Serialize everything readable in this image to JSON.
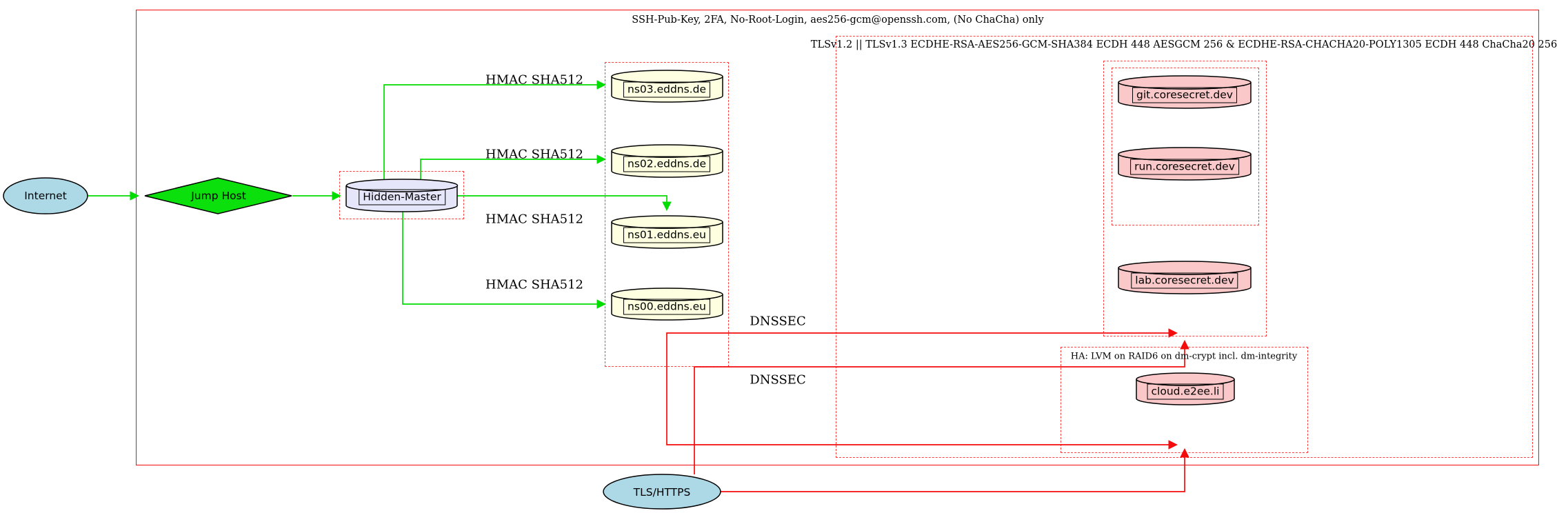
{
  "diagram": {
    "clusters": {
      "ssh": {
        "label": "SSH-Pub-Key, 2FA, No-Root-Login, aes256-gcm@openssh.com, (No ChaCha) only"
      },
      "tls": {
        "label": "TLSv1.2 || TLSv1.3 ECDHE-RSA-AES256-GCM-SHA384 ECDH 448 AESGCM 256 & ECDHE-RSA-CHACHA20-POLY1305 ECDH 448 ChaCha20 256"
      },
      "ha": {
        "label": "HA: LVM on RAID6 on dm-crypt incl. dm-integrity"
      }
    },
    "nodes": {
      "internet": {
        "label": "Internet",
        "type": "ellipse"
      },
      "jump_host": {
        "label": "Jump Host",
        "type": "diamond"
      },
      "hidden_master": {
        "label": "Hidden-Master",
        "type": "cylinder"
      },
      "ns03": {
        "label": "ns03.eddns.de",
        "type": "cylinder"
      },
      "ns02": {
        "label": "ns02.eddns.de",
        "type": "cylinder"
      },
      "ns01": {
        "label": "ns01.eddns.eu",
        "type": "cylinder"
      },
      "ns00": {
        "label": "ns00.eddns.eu",
        "type": "cylinder"
      },
      "git": {
        "label": "git.coresecret.dev",
        "type": "cylinder"
      },
      "run": {
        "label": "run.coresecret.dev",
        "type": "cylinder"
      },
      "lab": {
        "label": "lab.coresecret.dev",
        "type": "cylinder"
      },
      "cloud": {
        "label": "cloud.e2ee.li",
        "type": "cylinder"
      },
      "tls_https": {
        "label": "TLS/HTTPS",
        "type": "ellipse"
      }
    },
    "edges": {
      "hmac_ns03": {
        "label": "HMAC SHA512"
      },
      "hmac_ns02": {
        "label": "HMAC SHA512"
      },
      "hmac_ns01": {
        "label": "HMAC SHA512"
      },
      "hmac_ns00": {
        "label": "HMAC SHA512"
      },
      "dnssec_tls": {
        "label": "DNSSEC"
      },
      "dnssec_ha": {
        "label": "DNSSEC"
      }
    },
    "colors": {
      "edge_green": "#00dc00",
      "edge_red": "#f40b0b",
      "box_dashed_red": "#f94040",
      "node_lightblue": "#add8e6",
      "node_green": "#0ce00c",
      "node_lavender": "#e6e6fa",
      "node_lightyellow": "#feffe0",
      "node_pink": "#fac8c8",
      "outline_black": "#000000"
    }
  }
}
